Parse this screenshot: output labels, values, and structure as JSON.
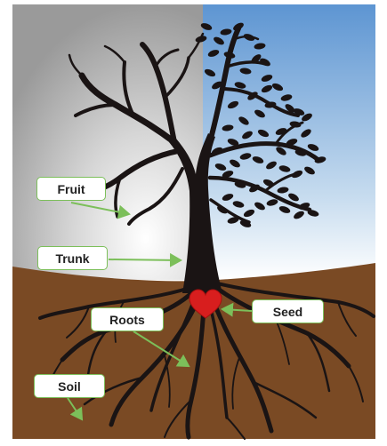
{
  "labels": {
    "fruit": "Fruit",
    "trunk": "Trunk",
    "roots": "Roots",
    "seed": "Seed",
    "soil": "Soil"
  },
  "colors": {
    "sky_left": "#a6a6a6",
    "sky_right": "#6aa0d8",
    "soil": "#7a4a24",
    "tree": "#1a1414",
    "seed": "#d81e1e",
    "arrow": "#7cbf5a"
  },
  "icons": {
    "seed": "heart-icon"
  }
}
